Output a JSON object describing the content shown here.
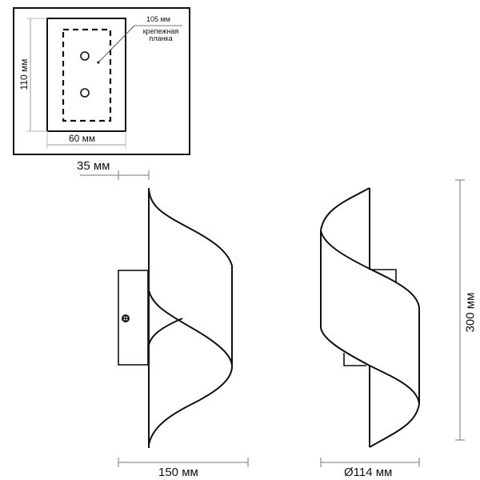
{
  "mounting_plate_inset": {
    "height_label": "110 мм",
    "width_label": "60 мм",
    "bar_length_label": "105 мм",
    "bar_caption_line1": "крепежная",
    "bar_caption_line2": "планка"
  },
  "side_view": {
    "depth_label": "35 мм",
    "width_label": "150 мм",
    "screw_icon": "screw-head-icon"
  },
  "front_view": {
    "height_label": "300 мм",
    "diameter_label": "Ø114 мм"
  },
  "colors": {
    "line": "#111111",
    "dimension_line": "#777777",
    "background": "#ffffff"
  }
}
